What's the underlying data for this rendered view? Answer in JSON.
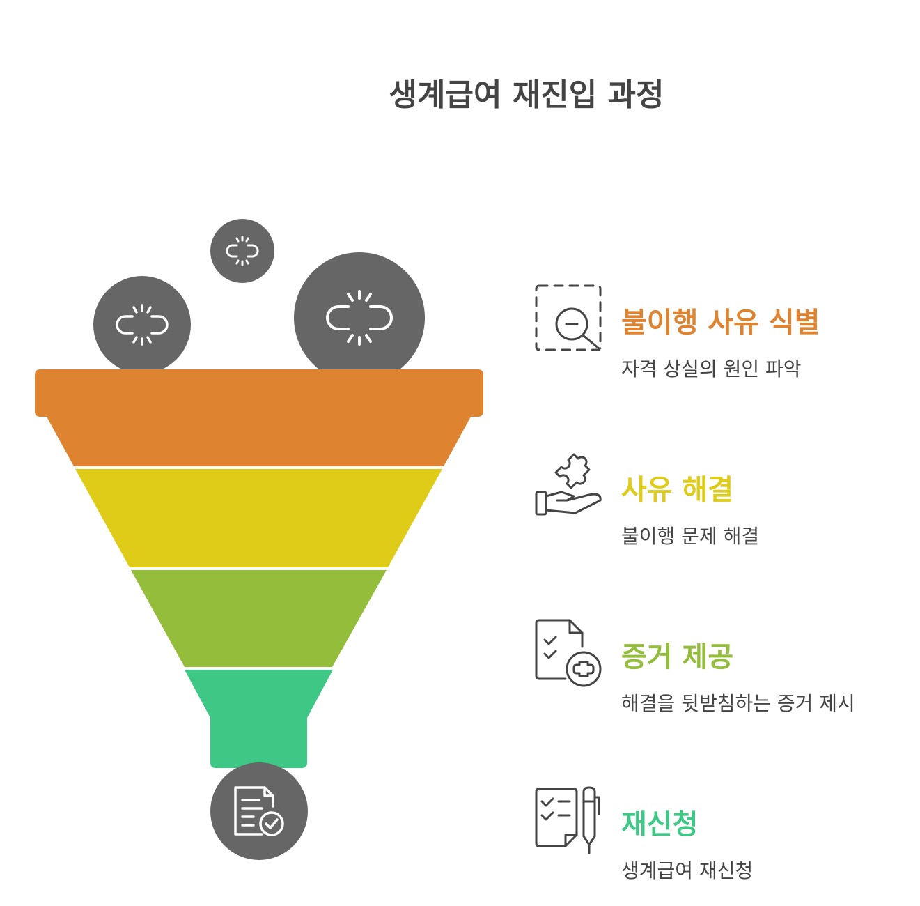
{
  "title": "생계급여 재진입 과정",
  "colors": {
    "stage1": "#DE8431",
    "stage2": "#DFCC18",
    "stage3": "#93BD3A",
    "stage4": "#3EC785",
    "circle": "#666666",
    "icon_stroke": "#444444"
  },
  "stages": [
    {
      "title": "불이행 사유 식별",
      "description": "자격 상실의 원인 파악",
      "icon": "magnify-minus-icon"
    },
    {
      "title": "사유 해결",
      "description": "불이행 문제 해결",
      "icon": "hand-puzzle-icon"
    },
    {
      "title": "증거 제공",
      "description": "해결을 뒷받침하는 증거 제시",
      "icon": "document-checklist-plus-icon"
    },
    {
      "title": "재신청",
      "description": "생계급여 재신청",
      "icon": "checklist-pen-icon"
    }
  ],
  "funnel_inputs": [
    "broken-link-icon",
    "broken-link-icon",
    "broken-link-icon"
  ],
  "funnel_output": "document-check-icon"
}
